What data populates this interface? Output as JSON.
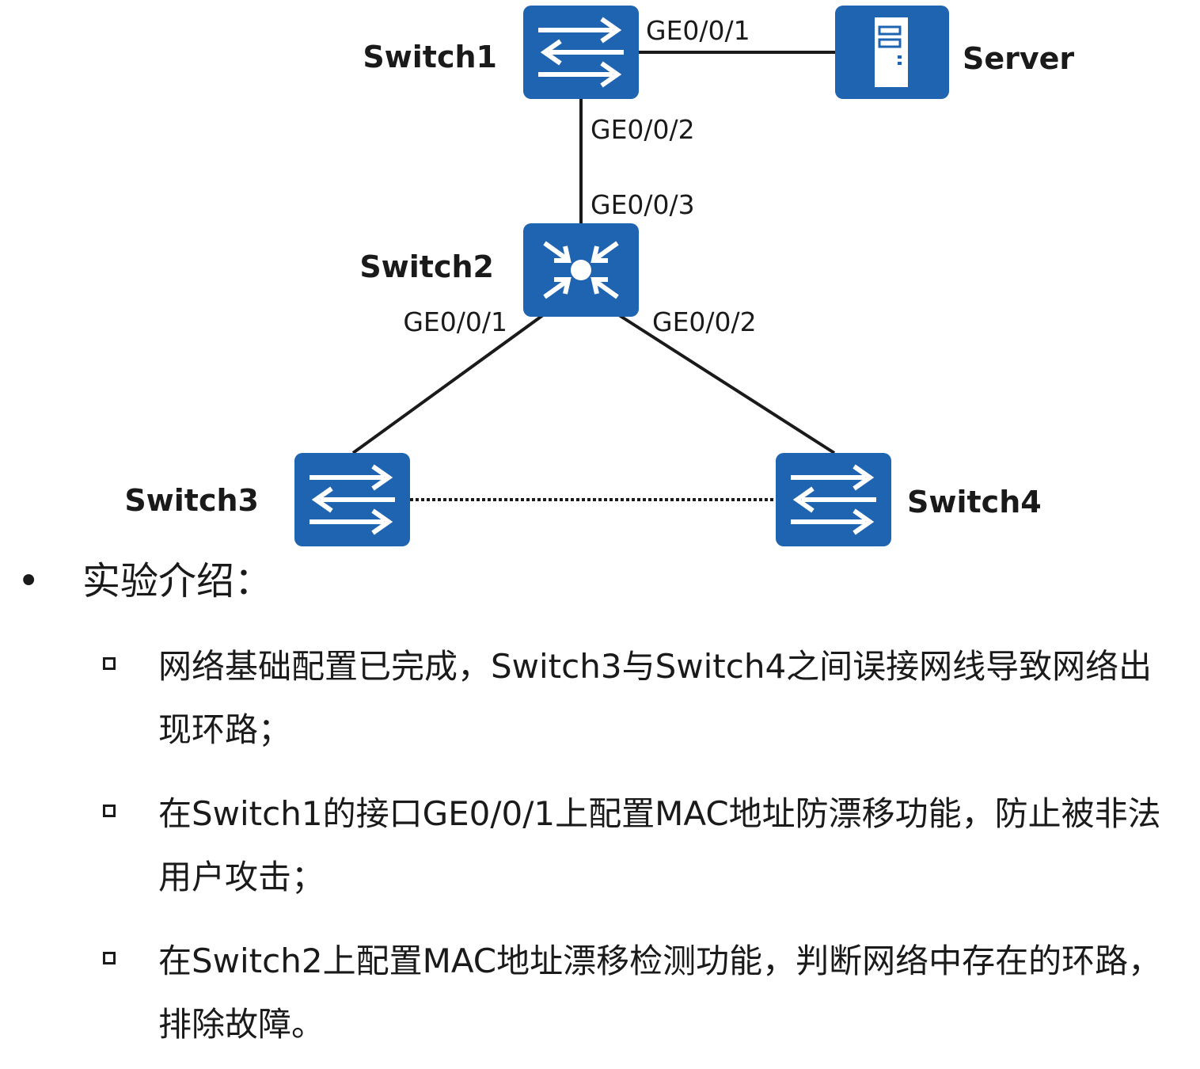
{
  "colors": {
    "device_fill": "#1f64b0",
    "icon_white": "#ffffff",
    "link": "#1a1a1a"
  },
  "topology": {
    "devices": {
      "switch1": {
        "label": "Switch1",
        "icon": "switch-arrows-icon"
      },
      "server": {
        "label": "Server",
        "icon": "server-icon"
      },
      "switch2": {
        "label": "Switch2",
        "icon": "core-switch-icon"
      },
      "switch3": {
        "label": "Switch3",
        "icon": "switch-arrows-icon"
      },
      "switch4": {
        "label": "Switch4",
        "icon": "switch-arrows-icon"
      }
    },
    "ports": {
      "s1_to_server": "GE0/0/1",
      "s1_to_s2": "GE0/0/2",
      "s2_to_s1": "GE0/0/3",
      "s2_to_s3": "GE0/0/1",
      "s2_to_s4": "GE0/0/2"
    },
    "links": [
      {
        "from": "Switch1",
        "to": "Server",
        "style": "solid"
      },
      {
        "from": "Switch1",
        "to": "Switch2",
        "style": "solid"
      },
      {
        "from": "Switch2",
        "to": "Switch3",
        "style": "solid"
      },
      {
        "from": "Switch2",
        "to": "Switch4",
        "style": "solid"
      },
      {
        "from": "Switch3",
        "to": "Switch4",
        "style": "dotted"
      }
    ]
  },
  "intro": {
    "bullet": "•",
    "heading": "实验介绍：",
    "items": [
      "网络基础配置已完成，Switch3与Switch4之间误接网线导致网络出现环路；",
      "在Switch1的接口GE0/0/1上配置MAC地址防漂移功能，防止被非法用户攻击；",
      "在Switch2上配置MAC地址漂移检测功能，判断网络中存在的环路，排除故障。"
    ]
  }
}
